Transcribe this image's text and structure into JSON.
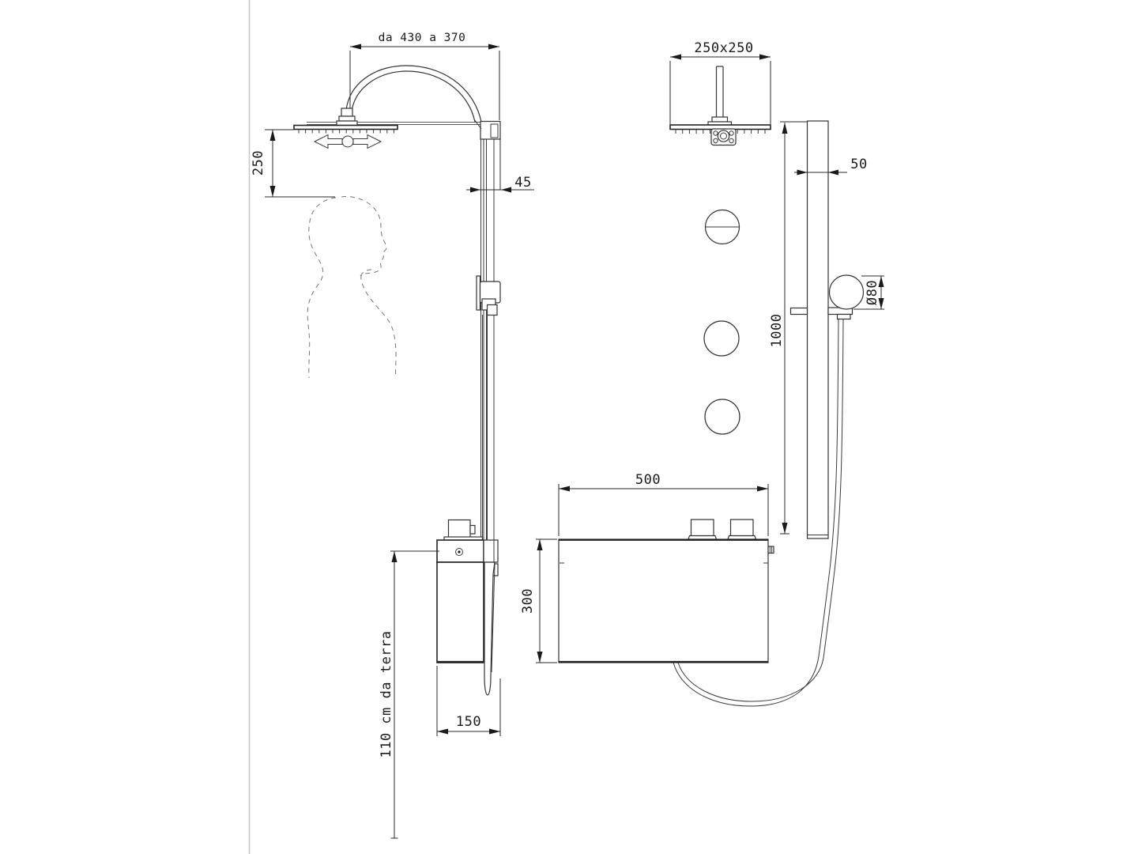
{
  "dimensions": {
    "side": {
      "arm_range": "da 430 a 370",
      "head_to_user": "250",
      "column_depth": "45",
      "unit_depth": "150",
      "floor_height": "110 cm da terra"
    },
    "front": {
      "head_size": "250x250",
      "rail_width": "50",
      "rail_length": "1000",
      "handshower_diameter": "Ø80",
      "unit_width": "500",
      "unit_height": "300"
    }
  },
  "colors": {
    "line": "#333333",
    "dim_text": "#1a1a1a",
    "page_edge": "#c5c5c5",
    "background": "#ffffff"
  }
}
